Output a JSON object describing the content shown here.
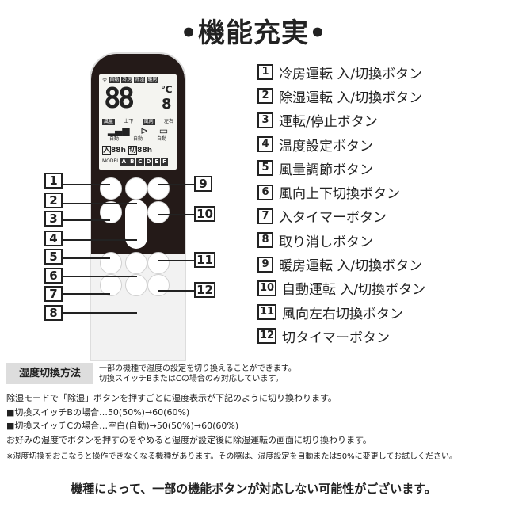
{
  "title": "•機能充実•",
  "remote": {
    "lcd": {
      "modes": [
        "自動",
        "冷房",
        "除湿",
        "暖房"
      ],
      "big_digits": "88",
      "unit": "℃",
      "small_digit": "8",
      "fan_label": "風量",
      "swing_label": "風向",
      "up_down": "上下",
      "left_right": "左右",
      "auto": "自動",
      "on_timer": "入",
      "off_timer": "切",
      "timer_value": "88h",
      "model_label": "MODEL",
      "model_letters": [
        "A",
        "B",
        "C",
        "D",
        "E",
        "F"
      ]
    }
  },
  "callouts": {
    "left": [
      "1",
      "2",
      "3",
      "4",
      "5",
      "6",
      "7",
      "8"
    ],
    "right": [
      "9",
      "10",
      "11",
      "12"
    ]
  },
  "functions": [
    {
      "n": "1",
      "label": "冷房運転 入/切換ボタン"
    },
    {
      "n": "2",
      "label": "除湿運転 入/切換ボタン"
    },
    {
      "n": "3",
      "label": "運転/停止ボタン"
    },
    {
      "n": "4",
      "label": "温度設定ボタン"
    },
    {
      "n": "5",
      "label": "風量調節ボタン"
    },
    {
      "n": "6",
      "label": "風向上下切換ボタン"
    },
    {
      "n": "7",
      "label": "入タイマーボタン"
    },
    {
      "n": "8",
      "label": "取り消しボタン"
    },
    {
      "n": "9",
      "label": "暖房運転 入/切換ボタン"
    },
    {
      "n": "10",
      "label": "自動運転 入/切換ボタン"
    },
    {
      "n": "11",
      "label": "風向左右切換ボタン"
    },
    {
      "n": "12",
      "label": "切タイマーボタン"
    }
  ],
  "humidity": {
    "heading": "湿度切換方法",
    "desc1": "一部の機種で湿度の設定を切り換えることができます。",
    "desc2": "切換スイッチBまたはCの場合のみ対応しています。",
    "lines": [
      "除湿モードで「除湿」ボタンを押すごとに湿度表示が下記のように切り換わります。",
      "■切換スイッチBの場合…50(50%)→60(60%)",
      "■切換スイッチCの場合…空白(自動)→50(50%)→60(60%)",
      "お好みの湿度でボタンを押すのをやめると湿度が設定後に除湿運転の画面に切り換わります。"
    ],
    "note": "※湿度切換をおこなうと操作できなくなる機種があります。その際は、湿度設定を自動または50%に変更してお試しください。"
  },
  "footer": "機種によって、一部の機能ボタンが対応しない可能性がございます。"
}
